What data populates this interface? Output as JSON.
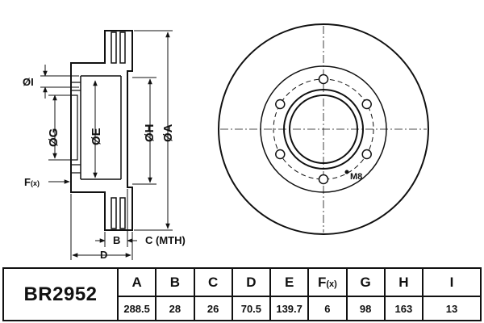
{
  "part_number": "BR2952",
  "side_view_labels": {
    "I": "ØI",
    "G": "ØG",
    "E": "ØE",
    "H": "ØH",
    "A": "ØA",
    "F": "F",
    "F_sub": "(x)",
    "B": "B",
    "C": "C (MTH)",
    "D": "D"
  },
  "front_view_labels": {
    "bolt_thread": "M8"
  },
  "spec_table": {
    "headers": [
      {
        "key": "A",
        "label": "A"
      },
      {
        "key": "B",
        "label": "B"
      },
      {
        "key": "C",
        "label": "C"
      },
      {
        "key": "D",
        "label": "D"
      },
      {
        "key": "E",
        "label": "E"
      },
      {
        "key": "F",
        "label": "F",
        "sub": "(x)"
      },
      {
        "key": "G",
        "label": "G"
      },
      {
        "key": "H",
        "label": "H"
      },
      {
        "key": "I",
        "label": "I"
      }
    ],
    "values": [
      "288.5",
      "28",
      "26",
      "70.5",
      "139.7",
      "6",
      "98",
      "163",
      "13"
    ]
  },
  "colors": {
    "line": "#111111",
    "background": "#ffffff"
  }
}
